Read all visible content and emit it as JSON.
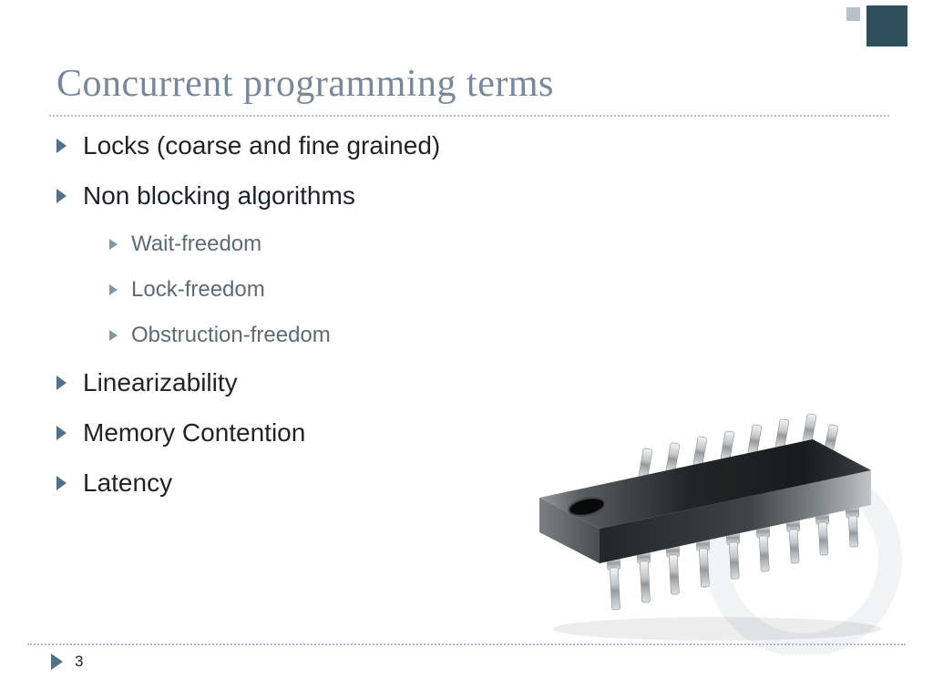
{
  "slide": {
    "title": "Concurrent programming terms",
    "bullets": [
      {
        "level": 1,
        "text": "Locks (coarse and fine grained)"
      },
      {
        "level": 1,
        "text": "Non blocking algorithms"
      },
      {
        "level": 2,
        "text": "Wait-freedom"
      },
      {
        "level": 2,
        "text": "Lock-freedom"
      },
      {
        "level": 2,
        "text": "Obstruction-freedom"
      },
      {
        "level": 1,
        "text": "Linearizability"
      },
      {
        "level": 1,
        "text": "Memory Contention"
      },
      {
        "level": 1,
        "text": "Latency"
      }
    ],
    "footer": {
      "page_number": "3"
    },
    "image": {
      "name": "dip-integrated-circuit-chip"
    },
    "colors": {
      "accent_dark": "#2F4F5F",
      "accent_light": "#B7C1C7",
      "title_color": "#78879A",
      "bullet_color": "#51718A",
      "subtext_color": "#5E6B75"
    }
  }
}
